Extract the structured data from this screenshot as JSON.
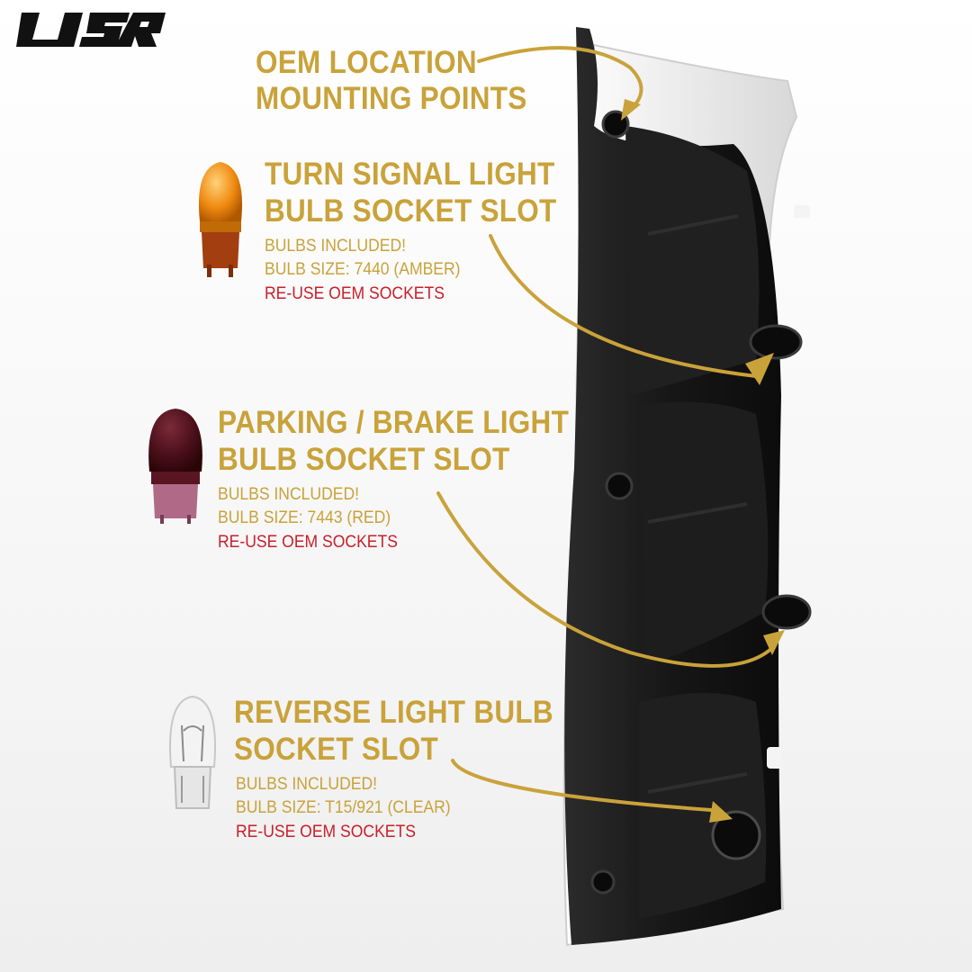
{
  "brand": {
    "logo_text": "USR",
    "logo_color": "#111111",
    "logo_accent": "#c9a23a"
  },
  "colors": {
    "heading": "#c9a23a",
    "warning": "#c8202a",
    "lamp_body": "#1a1a1a"
  },
  "callouts": {
    "mounting": {
      "title_line1": "OEM LOCATION",
      "title_line2": "MOUNTING POINTS"
    },
    "turn_signal": {
      "title_line1": "TURN SIGNAL LIGHT",
      "title_line2": "BULB SOCKET SLOT",
      "included": "BULBS INCLUDED!",
      "size": "BULB SIZE: 7440 (AMBER)",
      "reuse": "RE-USE OEM SOCKETS",
      "bulb_icon": "amber-wedge-bulb"
    },
    "parking_brake": {
      "title_line1": "PARKING / BRAKE LIGHT",
      "title_line2": "BULB SOCKET SLOT",
      "included": "BULBS INCLUDED!",
      "size": "BULB SIZE: 7443 (RED)",
      "reuse": "RE-USE OEM SOCKETS",
      "bulb_icon": "red-wedge-bulb"
    },
    "reverse": {
      "title_line1": "REVERSE LIGHT BULB",
      "title_line2": "SOCKET SLOT",
      "included": "BULBS INCLUDED!",
      "size": "BULB SIZE: T15/921 (CLEAR)",
      "reuse": "RE-USE OEM SOCKETS",
      "bulb_icon": "clear-wedge-bulb"
    }
  }
}
